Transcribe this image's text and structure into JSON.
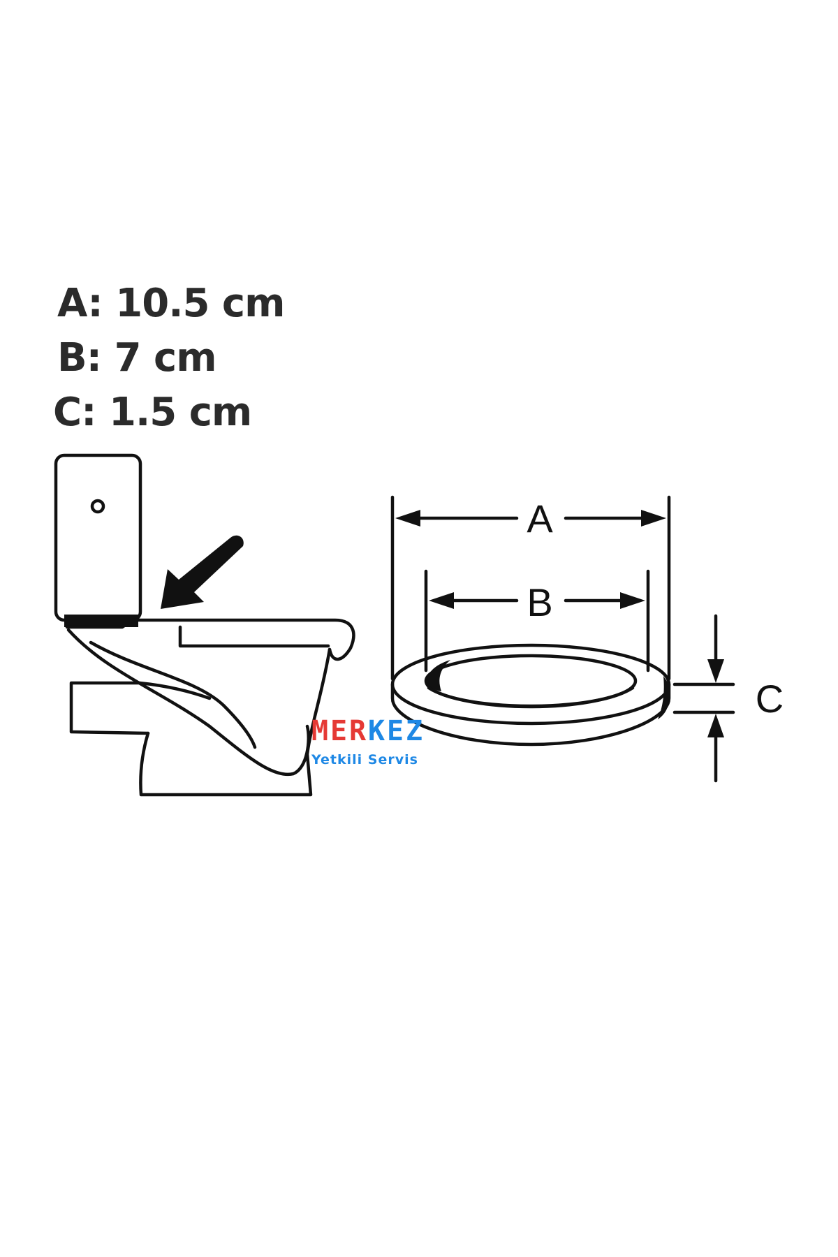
{
  "dimensions": {
    "a": "A: 10.5 cm",
    "b": "B: 7 cm",
    "c": "C: 1.5 cm"
  },
  "diagram_labels": {
    "a": "A",
    "b": "B",
    "c": "C"
  },
  "watermark": {
    "letters": [
      "M",
      "E",
      "R",
      "K",
      "E",
      "Z"
    ],
    "letter_colors": [
      "#e53935",
      "#e53935",
      "#e53935",
      "#1e88e5",
      "#1e88e5",
      "#1e88e5"
    ],
    "subtitle": "Yetkili Servis"
  },
  "colors": {
    "ink": "#111111",
    "text": "#2b2b2b"
  }
}
